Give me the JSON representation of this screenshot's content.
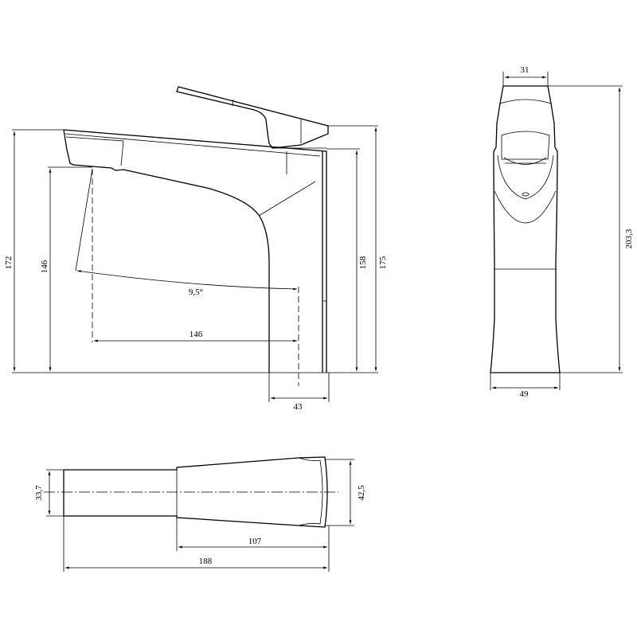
{
  "side_view": {
    "height_total": "172",
    "spout_height": "146",
    "angle": "9,5°",
    "reach": "146",
    "base_depth": "43",
    "body_height": "158",
    "lever_height": "175"
  },
  "front_view": {
    "top_width": "31",
    "total_height": "203,3",
    "base_width": "49"
  },
  "top_view": {
    "spout_width": "33,7",
    "body_width": "42,5",
    "body_length": "107",
    "total_length": "188"
  }
}
